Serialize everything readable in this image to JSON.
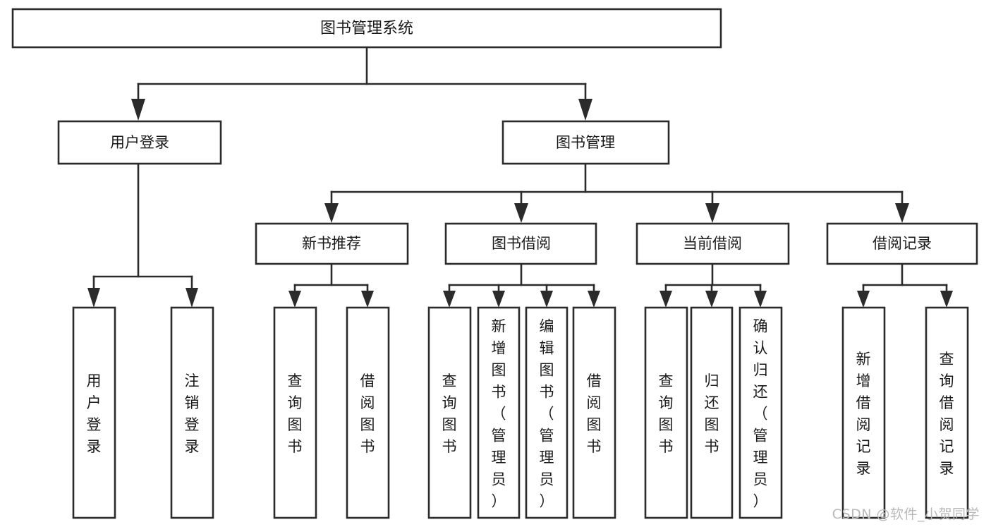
{
  "diagram": {
    "title": "图书管理系统",
    "type": "tree-hierarchy",
    "orientation": "top-down",
    "watermark": "CSDN @软件_小贺同学",
    "colors": {
      "box_stroke": "#2b2b2b",
      "box_fill": "#ffffff",
      "text": "#1a1a1a",
      "connector": "#2b2b2b",
      "watermark": "#b9b9b9",
      "background": "#ffffff"
    }
  },
  "chart_data": {
    "type": "tree",
    "title": "图书管理系统",
    "root": {
      "id": "root",
      "label": "图书管理系统",
      "level": 0
    },
    "level1": [
      {
        "id": "user-login",
        "label": "用户登录",
        "level": 1
      },
      {
        "id": "book-manage",
        "label": "图书管理",
        "level": 1
      }
    ],
    "level2": [
      {
        "id": "new-book-recommend",
        "label": "新书推荐",
        "level": 2,
        "parent": "book-manage"
      },
      {
        "id": "book-borrow",
        "label": "图书借阅",
        "level": 2,
        "parent": "book-manage"
      },
      {
        "id": "current-borrow",
        "label": "当前借阅",
        "level": 2,
        "parent": "book-manage"
      },
      {
        "id": "borrow-record",
        "label": "借阅记录",
        "level": 2,
        "parent": "book-manage"
      }
    ],
    "leaves": [
      {
        "id": "leaf-user-login",
        "label": "用户登录",
        "parent": "user-login"
      },
      {
        "id": "leaf-logout-login",
        "label": "注销登录",
        "parent": "user-login"
      },
      {
        "id": "leaf-query-book-1",
        "label": "查询图书",
        "parent": "new-book-recommend"
      },
      {
        "id": "leaf-borrow-book-1",
        "label": "借阅图书",
        "parent": "new-book-recommend"
      },
      {
        "id": "leaf-query-book-2",
        "label": "查询图书",
        "parent": "book-borrow"
      },
      {
        "id": "leaf-add-book",
        "label": "新增图书（管理员）",
        "parent": "book-borrow"
      },
      {
        "id": "leaf-edit-book",
        "label": "编辑图书（管理员）",
        "parent": "book-borrow"
      },
      {
        "id": "leaf-borrow-book-2",
        "label": "借阅图书",
        "parent": "book-borrow"
      },
      {
        "id": "leaf-query-book-3",
        "label": "查询图书",
        "parent": "current-borrow"
      },
      {
        "id": "leaf-return-book",
        "label": "归还图书",
        "parent": "current-borrow"
      },
      {
        "id": "leaf-confirm-return",
        "label": "确认归还（管理员）",
        "parent": "current-borrow"
      },
      {
        "id": "leaf-add-record",
        "label": "新增借阅记录",
        "parent": "borrow-record"
      },
      {
        "id": "leaf-query-record",
        "label": "查询借阅记录",
        "parent": "borrow-record"
      }
    ]
  }
}
